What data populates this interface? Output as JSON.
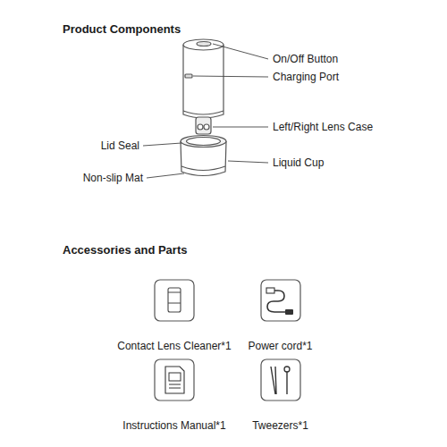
{
  "diagram": {
    "title": "Product Components",
    "nodes": [
      {
        "text": [
          "Contact Lens Cleaner*1"
        ]
      },
      {
        "text": [
          "Power cord*1"
        ]
      },
      {
        "text": [
          "Instructions Manual*1"
        ]
      },
      {
        "text": [
          "Tweezers*1"
        ]
      }
    ],
    "labels": [
      "On/Off Button",
      "Charging Port",
      "Left/Right Lens Case",
      "Lid Seal",
      "Liquid Cup",
      "Non-slip Mat",
      "Accessories and Parts"
    ]
  }
}
